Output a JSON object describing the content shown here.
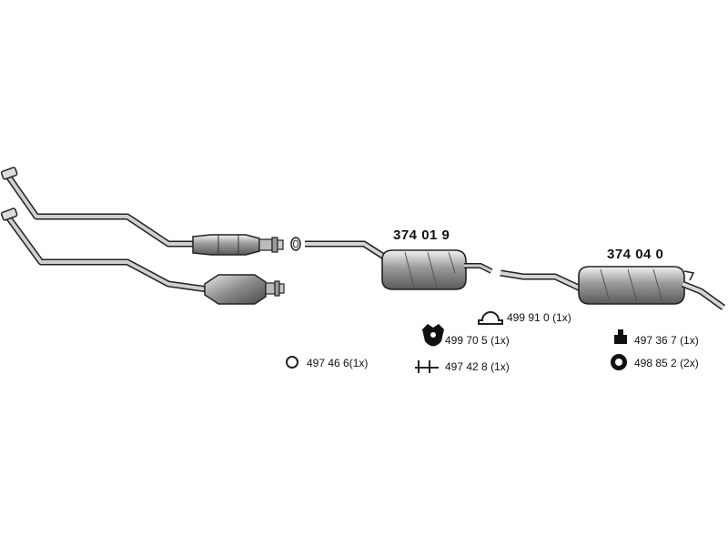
{
  "diagram": {
    "parts": [
      {
        "id": "front_section",
        "part_number": ""
      },
      {
        "id": "middle_muffler",
        "part_number": "374 01 9"
      },
      {
        "id": "rear_muffler",
        "part_number": "374 04 0"
      }
    ],
    "hardware": [
      {
        "id": "h1",
        "number": "499 91 0",
        "qty": "(1x)",
        "icon": "clamp-ring-icon"
      },
      {
        "id": "h2",
        "number": "499 70 5",
        "qty": "(1x)",
        "icon": "rubber-hanger-icon"
      },
      {
        "id": "h3",
        "number": "497 42 8",
        "qty": "(1x)",
        "icon": "bracket-strip-icon"
      },
      {
        "id": "h4",
        "number": "497 46 6",
        "qty": "(1x)",
        "icon": "gasket-ring-icon"
      },
      {
        "id": "h5",
        "number": "497 36 7",
        "qty": "(1x)",
        "icon": "mount-bracket-icon"
      },
      {
        "id": "h6",
        "number": "498 85 2",
        "qty": "(2x)",
        "icon": "rubber-ring-icon"
      }
    ]
  }
}
